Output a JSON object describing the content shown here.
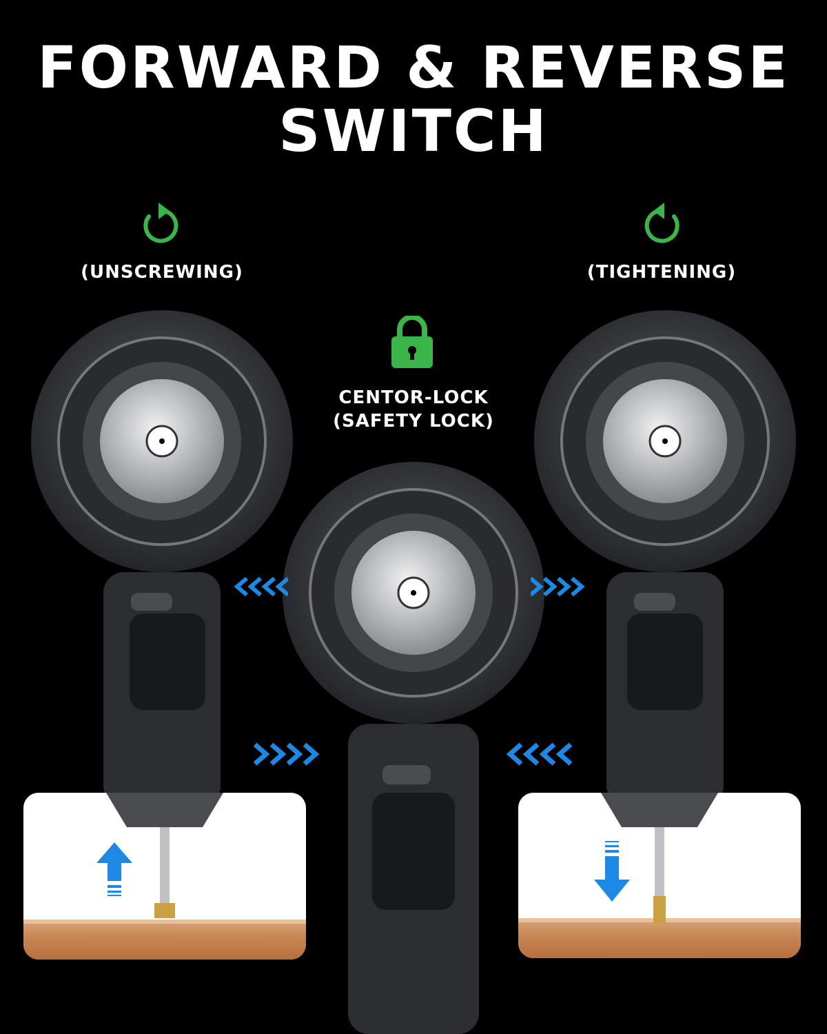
{
  "title": {
    "line1": "FORWARD & REVERSE",
    "line2": "SWITCH"
  },
  "modes": {
    "left": {
      "label": "(UNSCREWING)",
      "icon": "rotate-counterclockwise-icon"
    },
    "center": {
      "label_line1": "CENTOR-LOCK",
      "label_line2": "(SAFETY LOCK)",
      "icon": "padlock-icon"
    },
    "right": {
      "label": "(TIGHTENING)",
      "icon": "rotate-clockwise-icon"
    }
  },
  "colors": {
    "background": "#000000",
    "accent_green": "#3ab54a",
    "arrow_blue": "#1e88e5",
    "drill_body": "#3a3c40"
  },
  "panels": {
    "left": {
      "arrow_direction": "up"
    },
    "right": {
      "arrow_direction": "down"
    }
  }
}
